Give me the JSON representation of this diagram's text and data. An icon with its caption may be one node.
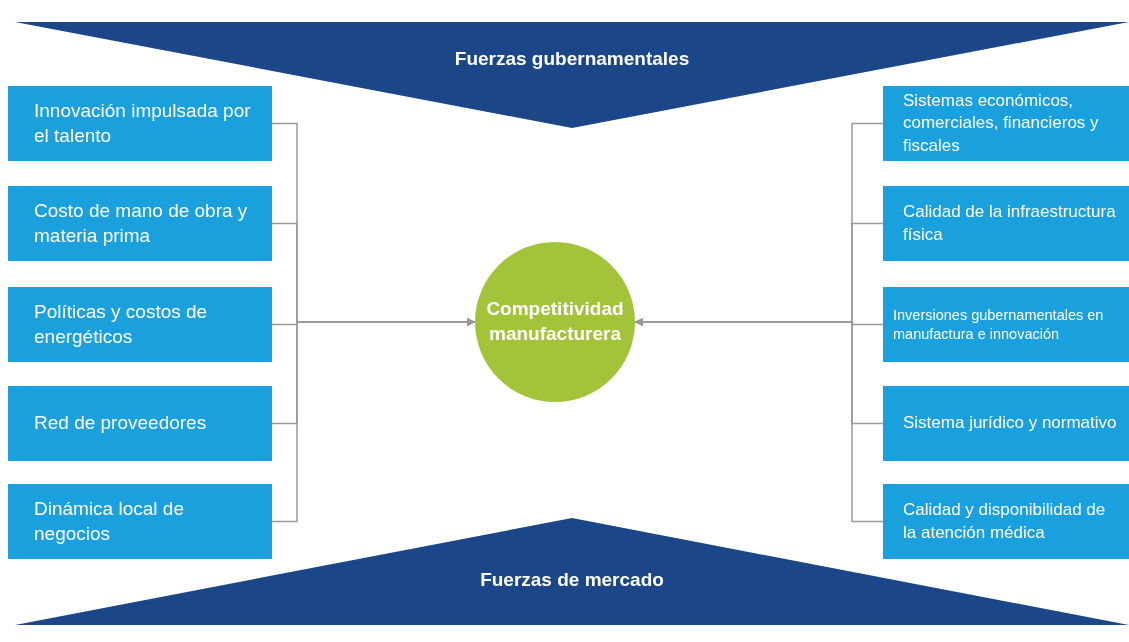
{
  "diagram": {
    "nodes": [
      {
        "text": [
          "Fuerzas gubernamentales"
        ]
      },
      {
        "text": [
          "Fuerzas de mercado"
        ]
      },
      {
        "text": [
          "Competitividad manufacturera"
        ]
      },
      {
        "text": [
          "Innovación impulsada por el talento"
        ]
      },
      {
        "text": [
          "Costo de mano de obra y materia prima"
        ]
      },
      {
        "text": [
          "Políticas y costos de energéticos"
        ]
      },
      {
        "text": [
          "Red de proveedores"
        ]
      },
      {
        "text": [
          "Dinámica local de negocios"
        ]
      },
      {
        "text": [
          "Sistemas económicos, comerciales, financieros y fiscales"
        ]
      },
      {
        "text": [
          "Calidad de la infraestructura física"
        ]
      },
      {
        "text": [
          "Inversiones gubernamentales en manufactura e innovación"
        ]
      },
      {
        "text": [
          "Sistema jurídico y normativo"
        ]
      },
      {
        "text": [
          "Calidad y disponibilidad de la atención médica"
        ]
      }
    ],
    "edges": [
      {
        "from": 3,
        "to": 2,
        "arrow": "to"
      },
      {
        "from": 4,
        "to": 2,
        "arrow": "to"
      },
      {
        "from": 5,
        "to": 2,
        "arrow": "to"
      },
      {
        "from": 6,
        "to": 2,
        "arrow": "to"
      },
      {
        "from": 7,
        "to": 2,
        "arrow": "to"
      },
      {
        "from": 8,
        "to": 2,
        "arrow": "to"
      },
      {
        "from": 9,
        "to": 2,
        "arrow": "to"
      },
      {
        "from": 10,
        "to": 2,
        "arrow": "to"
      },
      {
        "from": 11,
        "to": 2,
        "arrow": "to"
      },
      {
        "from": 12,
        "to": 2,
        "arrow": "to"
      }
    ]
  }
}
